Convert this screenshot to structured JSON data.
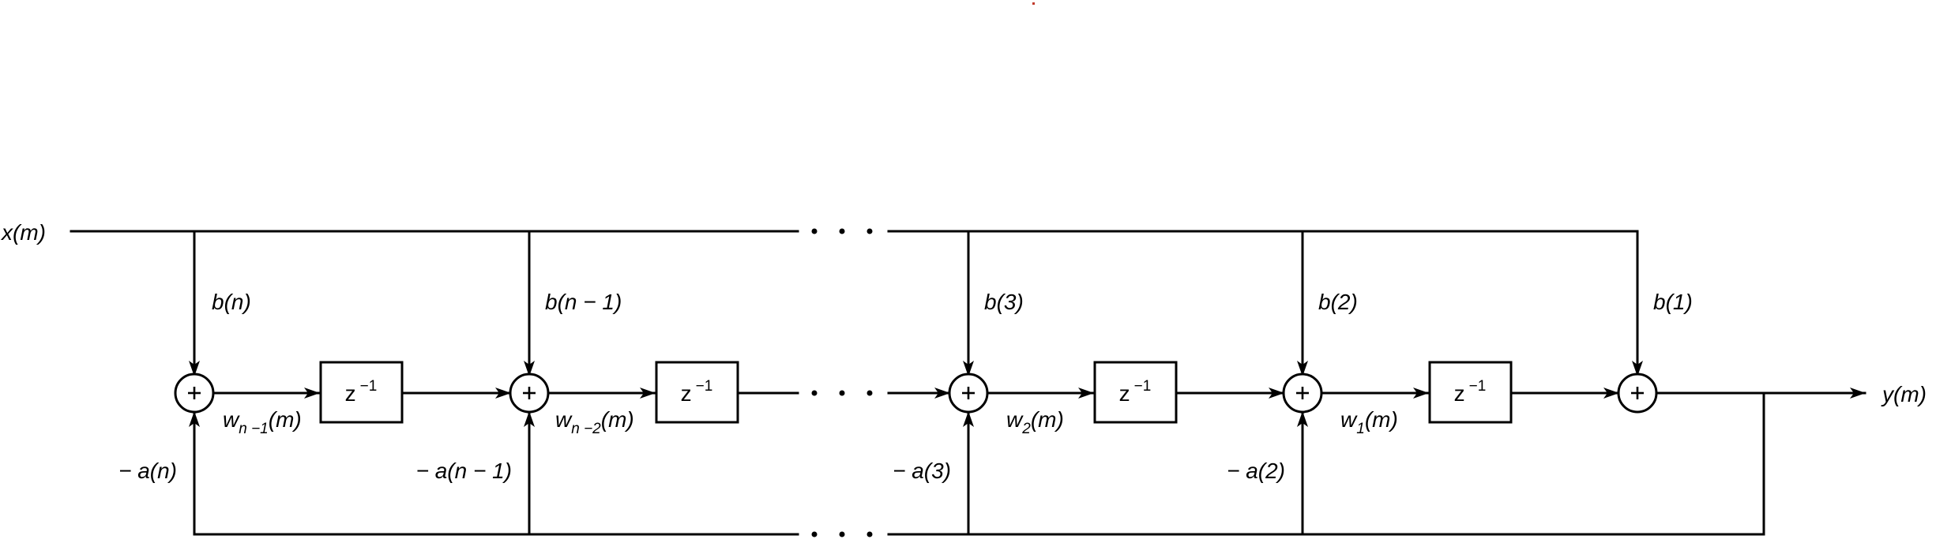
{
  "diagram": {
    "input_label": "x(m)",
    "output_label": "y(m)",
    "ellipsis": "…",
    "delay_label": {
      "base": "z",
      "exponent": "−1"
    },
    "feedforward_coefficients": [
      "b(n)",
      "b(n − 1)",
      "b(3)",
      "b(2)",
      "b(1)"
    ],
    "feedback_coefficients": [
      "− a(n)",
      "− a(n − 1)",
      "− a(3)",
      "− a(2)"
    ],
    "state_labels": [
      {
        "base": "w",
        "sub": "n −1",
        "arg": "(m)"
      },
      {
        "base": "w",
        "sub": "n −2",
        "arg": "(m)"
      },
      {
        "base": "w",
        "sub": "2",
        "arg": "(m)"
      },
      {
        "base": "w",
        "sub": "1",
        "arg": "(m)"
      }
    ],
    "summer_symbol": "+",
    "colors": {
      "stroke": "#000000",
      "background": "#ffffff",
      "stray_mark": "#c0392b"
    }
  }
}
